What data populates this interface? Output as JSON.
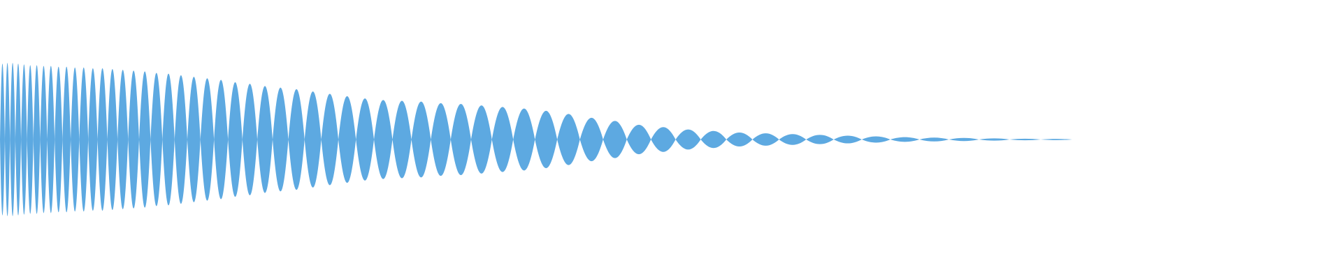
{
  "waveform": {
    "color": "#5DA9E1",
    "background": "#FFFFFF",
    "lobe_envelope": [
      0.98,
      0.99,
      0.99,
      0.98,
      0.97,
      0.96,
      0.96,
      0.95,
      0.95,
      0.94,
      0.94,
      0.93,
      0.93,
      0.92,
      0.92,
      0.91,
      0.9,
      0.89,
      0.88,
      0.86,
      0.85,
      0.83,
      0.81,
      0.79,
      0.77,
      0.74,
      0.72,
      0.69,
      0.67,
      0.65,
      0.62,
      0.59,
      0.56,
      0.53,
      0.51,
      0.5,
      0.49,
      0.47,
      0.46,
      0.44,
      0.42,
      0.4,
      0.37,
      0.33,
      0.28,
      0.24,
      0.19,
      0.16,
      0.13,
      0.11,
      0.09,
      0.08,
      0.07,
      0.06,
      0.05,
      0.04,
      0.03,
      0.025,
      0.02,
      0.015,
      0.01,
      0.008
    ],
    "progress": 0
  }
}
